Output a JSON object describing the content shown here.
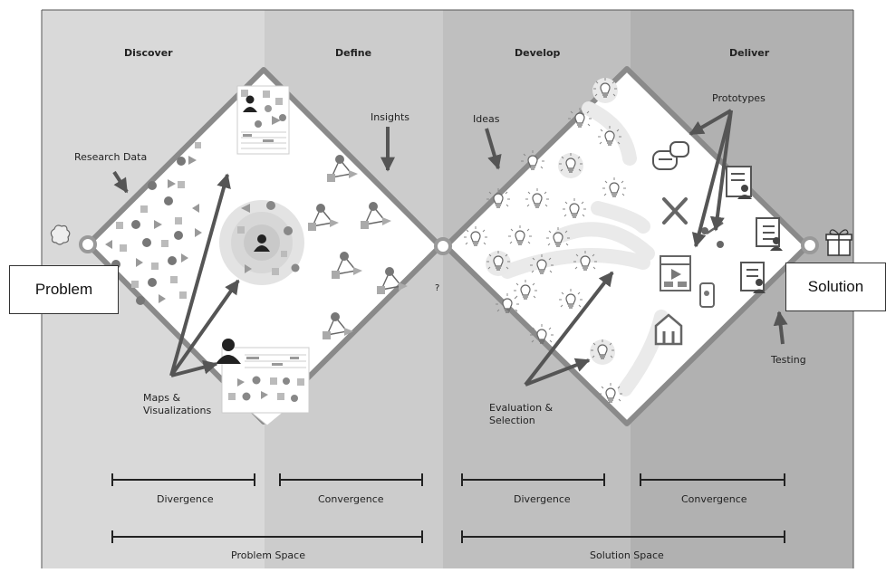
{
  "phases": [
    "Discover",
    "Define",
    "Develop",
    "Deliver"
  ],
  "annotations": {
    "research_data": "Research Data",
    "insights": "Insights",
    "ideas": "Ideas",
    "prototypes": "Prototypes",
    "testing": "Testing",
    "maps_line1": "Maps &",
    "maps_line2": "Visualizations",
    "eval_line1": "Evaluation &",
    "eval_line2": "Selection",
    "question_mark": "?"
  },
  "callouts": {
    "problem": "Problem",
    "solution": "Solution"
  },
  "stages": {
    "discover_span": "Divergence",
    "define_span": "Convergence",
    "develop_span": "Divergence",
    "deliver_span": "Convergence"
  },
  "spaces": {
    "problem_space": "Problem Space",
    "solution_space": "Solution Space"
  },
  "colors": {
    "discover_bg": "#d8d8d8",
    "define_bg": "#cbcbcb",
    "develop_bg": "#bdbdbd",
    "deliver_bg": "#afafaf",
    "diamond_border": "#8a8a8a",
    "arrow": "#555555",
    "shape_dark": "#777777",
    "shape_light": "#b5b5b5"
  },
  "icons": [
    "question-cloud-icon",
    "gift-box-icon",
    "person-icon",
    "lightbulb-icon",
    "chat-bubbles-icon",
    "tools-icon",
    "webpage-icon",
    "phone-icon",
    "house-icon",
    "profile-card-icon"
  ]
}
